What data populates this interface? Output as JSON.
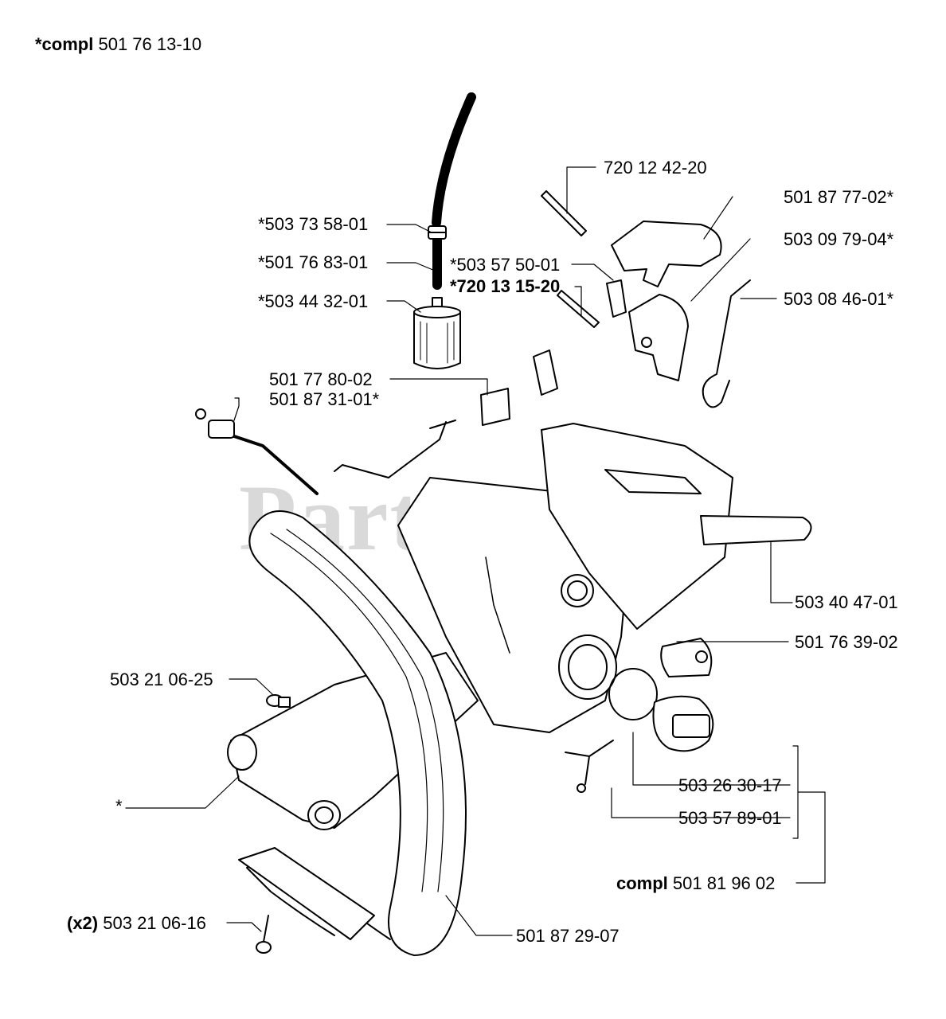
{
  "assembly": {
    "prefix": "*compl",
    "number": "501 76 13-10"
  },
  "watermark": "PartsTree",
  "callouts": {
    "c1": "720 12 42-20",
    "c2": "501 87 77-02*",
    "c3": "503 09 79-04*",
    "c4": "503 08 46-01*",
    "c5": "*503 73 58-01",
    "c6": "*501 76 83-01",
    "c7": "*503 57 50-01",
    "c8": "*720 13 15-20",
    "c9": "*503 44 32-01",
    "c10": "501 77 80-02",
    "c11": "501 87 31-01*",
    "c12": "503 40 47-01",
    "c13": "501 76 39-02",
    "c14": "503 21 06-25",
    "c15": "503 26 30-17",
    "c16": "503 57 89-01",
    "c17": "*",
    "c18_prefix": "compl",
    "c18": "501 81 96 02",
    "c19_prefix": "(x2)",
    "c19": "503 21 06-16",
    "c20": "501 87 29-07"
  }
}
